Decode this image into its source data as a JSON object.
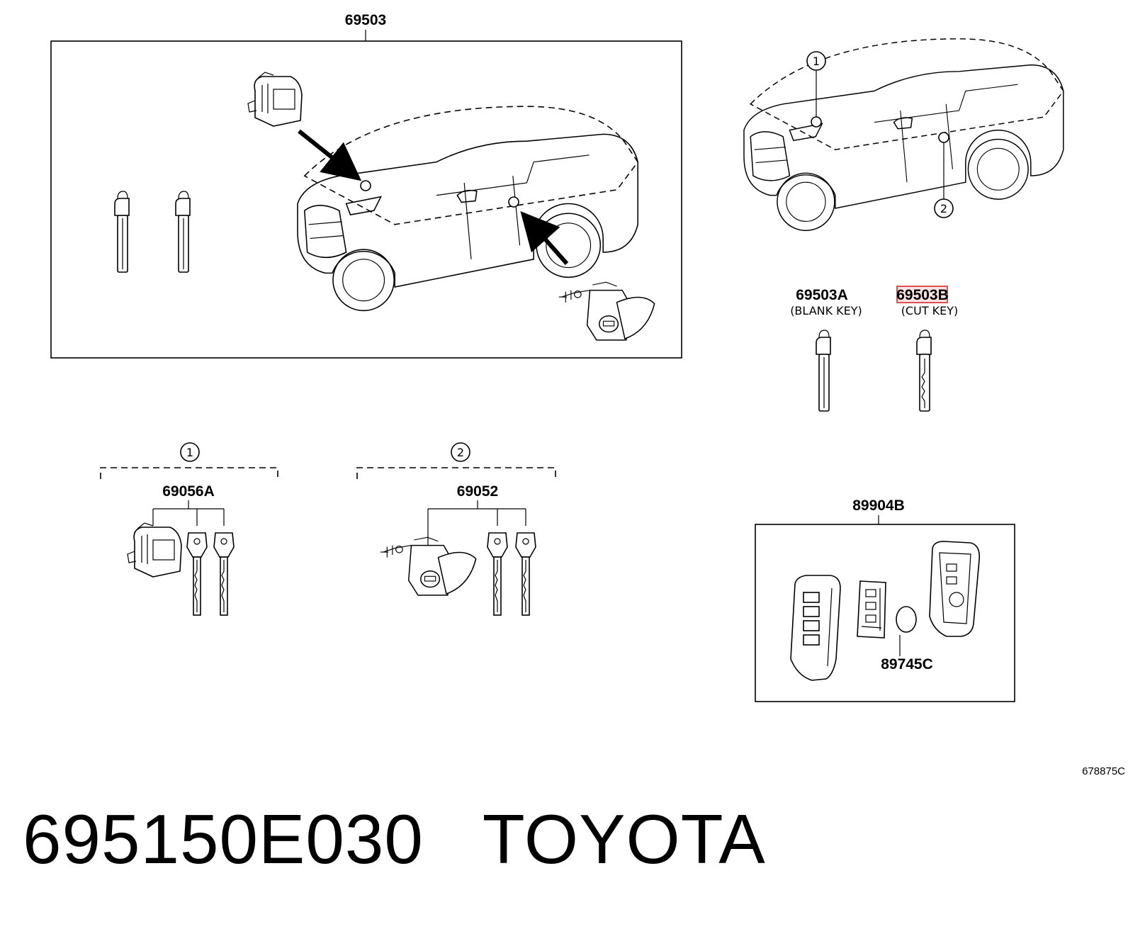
{
  "labels": {
    "top_assembly": "69503",
    "blank_key": "69503A",
    "blank_key_desc": "(BLANK KEY)",
    "cut_key": "69503B",
    "cut_key_desc": "(CUT KEY)",
    "group1_marker": "1",
    "group1_part": "69056A",
    "group2_marker": "2",
    "group2_part": "69052",
    "remote_assembly": "89904B",
    "battery": "89745C",
    "ref_marker_1": "1",
    "ref_marker_2": "2",
    "diagram_id": "678875C"
  },
  "caption": {
    "part_number": "695150E030",
    "brand": "TOYOTA"
  },
  "colors": {
    "highlight_box": "#e05050",
    "highlight_fill": "#fbe3e3"
  }
}
